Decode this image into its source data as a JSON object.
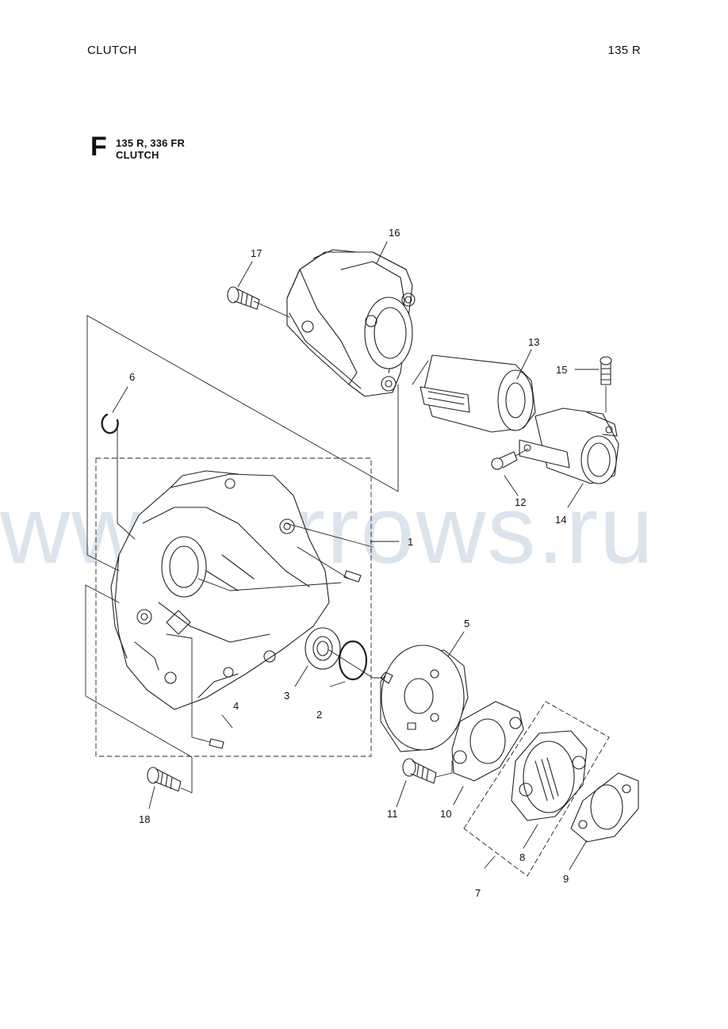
{
  "header": {
    "title": "CLUTCH",
    "model": "135 R"
  },
  "section": {
    "letter": "F",
    "models": "135 R, 336 FR",
    "name": "CLUTCH"
  },
  "watermark": "www.arrows.ru",
  "callouts": [
    "1",
    "2",
    "3",
    "4",
    "5",
    "6",
    "7",
    "8",
    "9",
    "10",
    "11",
    "12",
    "13",
    "14",
    "15",
    "16",
    "17",
    "18"
  ]
}
